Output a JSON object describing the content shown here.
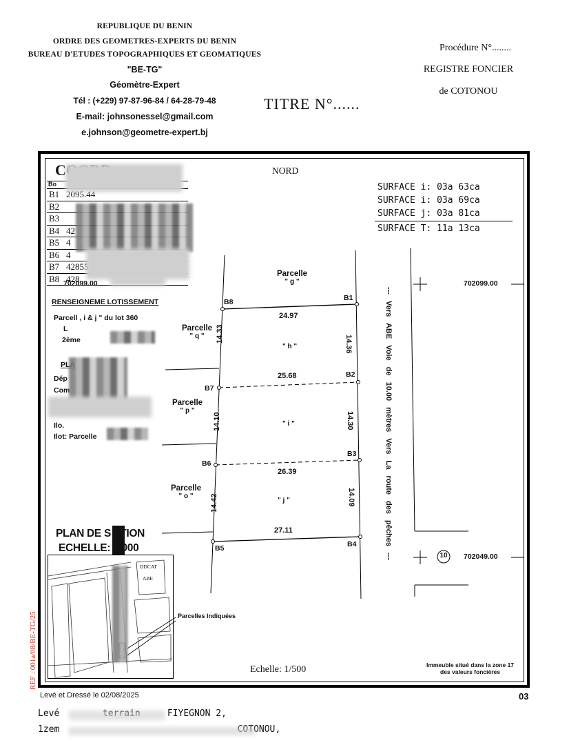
{
  "header": {
    "line1": "REPUBLIQUE DU BENIN",
    "line2": "ORDRE DES GEOMETRES-EXPERTS DU BENIN",
    "line3": "BUREAU D'ETUDES TOPOGRAPHIQUES ET GEOMATIQUES",
    "line4": "\"BE-TG\"",
    "line5": "Géomètre-Expert",
    "tel": "Tél : (+229) 97-87-96-84 / 64-28-79-48",
    "email1": "E-mail: johnsonessel@gmail.com",
    "email2": "e.johnson@geometre-expert.bj"
  },
  "right_header": {
    "procedure": "Procédure N°........",
    "registre": "REGISTRE FONCIER",
    "ville": "de COTONOU"
  },
  "titre": "TITRE N°......",
  "plan": {
    "nord": "NORD",
    "surfaces": [
      "SURFACE i: 03a 63ca",
      "SURFACE i: 03a 69ca",
      "SURFACE j: 03a 81ca",
      "SURFACE T: 11a 13ca"
    ],
    "coord_title": "COORD",
    "coord_cols": [
      "Bo",
      "X"
    ],
    "coord_rows": [
      {
        "b": "B1",
        "v": "2095.44"
      },
      {
        "b": "B2",
        "v": ""
      },
      {
        "b": "B3",
        "v": ""
      },
      {
        "b": "B4",
        "v": "42"
      },
      {
        "b": "B5",
        "v": "4"
      },
      {
        "b": "B6",
        "v": "4"
      },
      {
        "b": "B7",
        "v": "42855"
      },
      {
        "b": "B8",
        "v": "428"
      }
    ],
    "coord_left_y_top": "702099.00",
    "coord_right_y_top": "702099.00",
    "coord_right_y_bottom": "702049.00",
    "circle_label": "10",
    "renseignement_title": "RENSEIGNEME   LOTISSEMENT",
    "renseignement_line1": "Parcell   , i & j \" du lot 360",
    "renseignement_line2": "L",
    "renseignement_line3": "2ème",
    "plan_title": "PLA",
    "dept": "Dép",
    "com": "Com",
    "ilo": "Ilo.",
    "ilot": "Ilot: Parcelle",
    "parcels": [
      {
        "name": "Parcelle",
        "code": "\" g \""
      },
      {
        "name": "Parcelle",
        "code": "\" q \""
      },
      {
        "name": "Parcelle",
        "code": "\" p \""
      },
      {
        "name": "Parcelle",
        "code": "\" o \""
      }
    ],
    "inner_codes": [
      "\" h \"",
      "\" i \"",
      "\" j \""
    ],
    "bornes": [
      "B1",
      "B2",
      "B3",
      "B4",
      "B5",
      "B6",
      "B7",
      "B8"
    ],
    "dims": {
      "top": "24.97",
      "mid1": "25.68",
      "mid2": "26.39",
      "bottom": "27.11",
      "left1": "14.33",
      "left2": "14.10",
      "left3": "14.42",
      "right1": "14.36",
      "right2": "14.30",
      "right3": "14.09"
    },
    "voie": "--- Vers ABE Voie de 10.00 mètres Vers La route des pêches ---",
    "situation_title": "PLAN DE S     ATION",
    "situation_echelle": "ECHELLE:    0.000",
    "ddcat": "DDCAT",
    "abe": "ABE",
    "parcelles_indiquees": "Parcelles Indiquées",
    "echelle": "Echelle: 1/500",
    "immeuble_line1": "Immeuble situé dans la zone 17",
    "immeuble_line2": "des valeurs foncières",
    "ref": "REF : 001a/08/BE-TG/25"
  },
  "footer": {
    "leve": "Levé et Dressé le 02/08/2025",
    "page": "03",
    "line1": "Levé        terrain     FIYEGNON 2,",
    "line2": "1zem                                 COTONOU,"
  }
}
